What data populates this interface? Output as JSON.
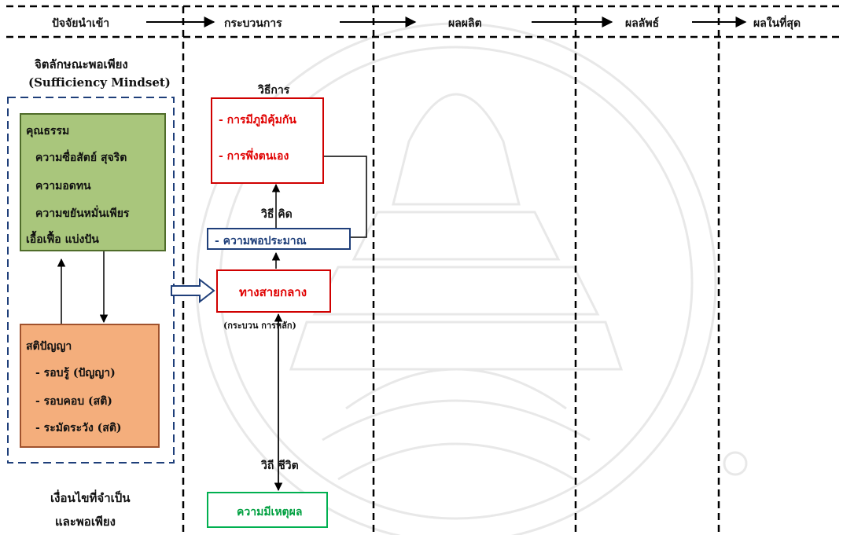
{
  "header": {
    "col1": "ปัจจัยนำเข้า",
    "col2": "กระบวนการ",
    "col3": "ผลผลิต",
    "col4": "ผลลัพธ์",
    "col5": "ผลในที่สุด"
  },
  "left": {
    "title_th": "จิตลักษณะพอเพียง",
    "title_en": "(Sufficiency Mindset)",
    "virtue": {
      "heading": "คุณธรรม",
      "items": [
        "ความซื่อสัตย์ สุจริต",
        "ความอดทน",
        "ความขยันหมั่นเพียร",
        "เอื้อเฟื้อ แบ่งปัน"
      ]
    },
    "wisdom": {
      "heading": "สติปัญญา",
      "items": [
        "- รอบรู้ (ปัญญา)",
        "- รอบคอบ (สติ)",
        "- ระมัดระวัง (สติ)"
      ]
    },
    "footer_line1": "เงื่อนไขที่จำเป็น",
    "footer_line2": "และพอเพียง"
  },
  "process": {
    "method_label": "วิธีการ",
    "method_items": [
      "- การมีภูมิคุ้มกัน",
      "- การพึ่งตนเอง"
    ],
    "thinking_label": "วิธี คิด",
    "moderation": "- ความพอประมาณ",
    "middle_path": "ทางสายกลาง",
    "core_process": "(กระบวน การหลัก)",
    "living_label": "วิถี ชีวิต",
    "reasonable": "ความมีเหตุผล"
  },
  "colors": {
    "red": "#e00000",
    "navy": "#1f3f7a",
    "green_fill": "#a9c67c",
    "orange_fill": "#f4ae7c",
    "green_border": "#00b050"
  }
}
